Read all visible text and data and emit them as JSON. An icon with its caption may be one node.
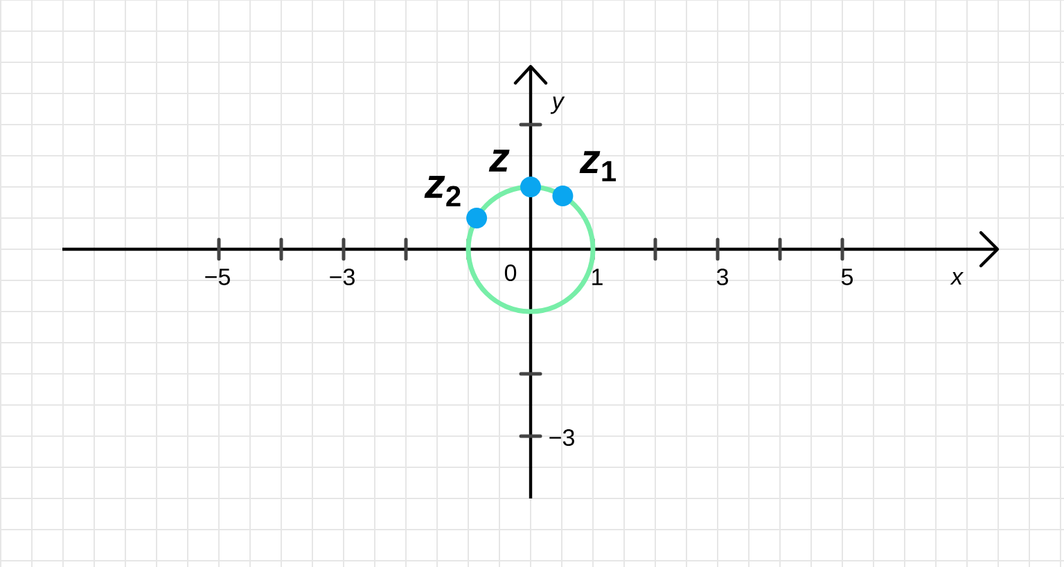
{
  "diagram": {
    "nodes": [
      {
        "text": [],
        "shape": "circle",
        "beside": [
          "*z*$_{2}$"
        ]
      },
      {
        "text": [],
        "shape": "circle",
        "beside": [
          "*z*"
        ]
      },
      {
        "text": [],
        "shape": "circle",
        "beside": [
          "*z*$_{1}$"
        ]
      }
    ],
    "edges": [],
    "labels": [
      "*y*",
      "−5",
      "−3",
      "0",
      "1",
      "3",
      "5",
      "*x*",
      "−3"
    ]
  }
}
